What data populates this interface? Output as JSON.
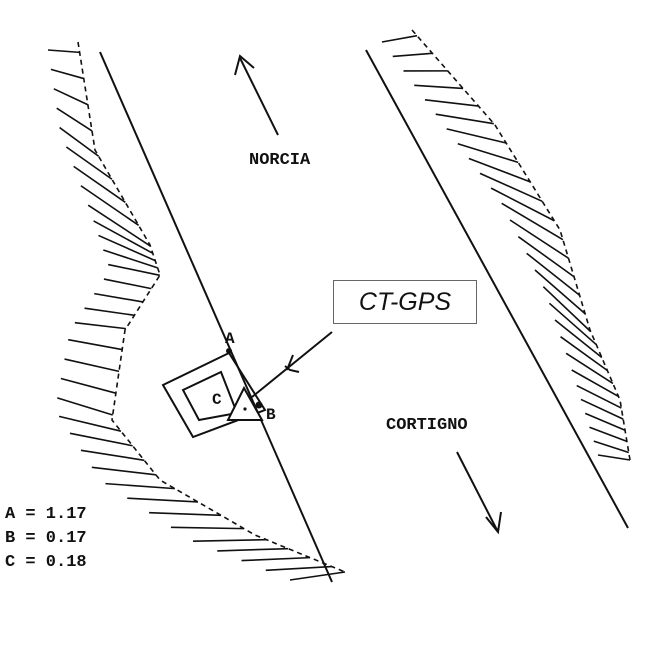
{
  "labels": {
    "north_town": "NORCIA",
    "south_town": "CORTIGNO",
    "station": "CT-GPS",
    "point_a": "A",
    "point_b": "B",
    "point_c": "C"
  },
  "distances": [
    {
      "text": "A = 1.17"
    },
    {
      "text": "B = 0.17"
    },
    {
      "text": "C = 0.18"
    }
  ]
}
